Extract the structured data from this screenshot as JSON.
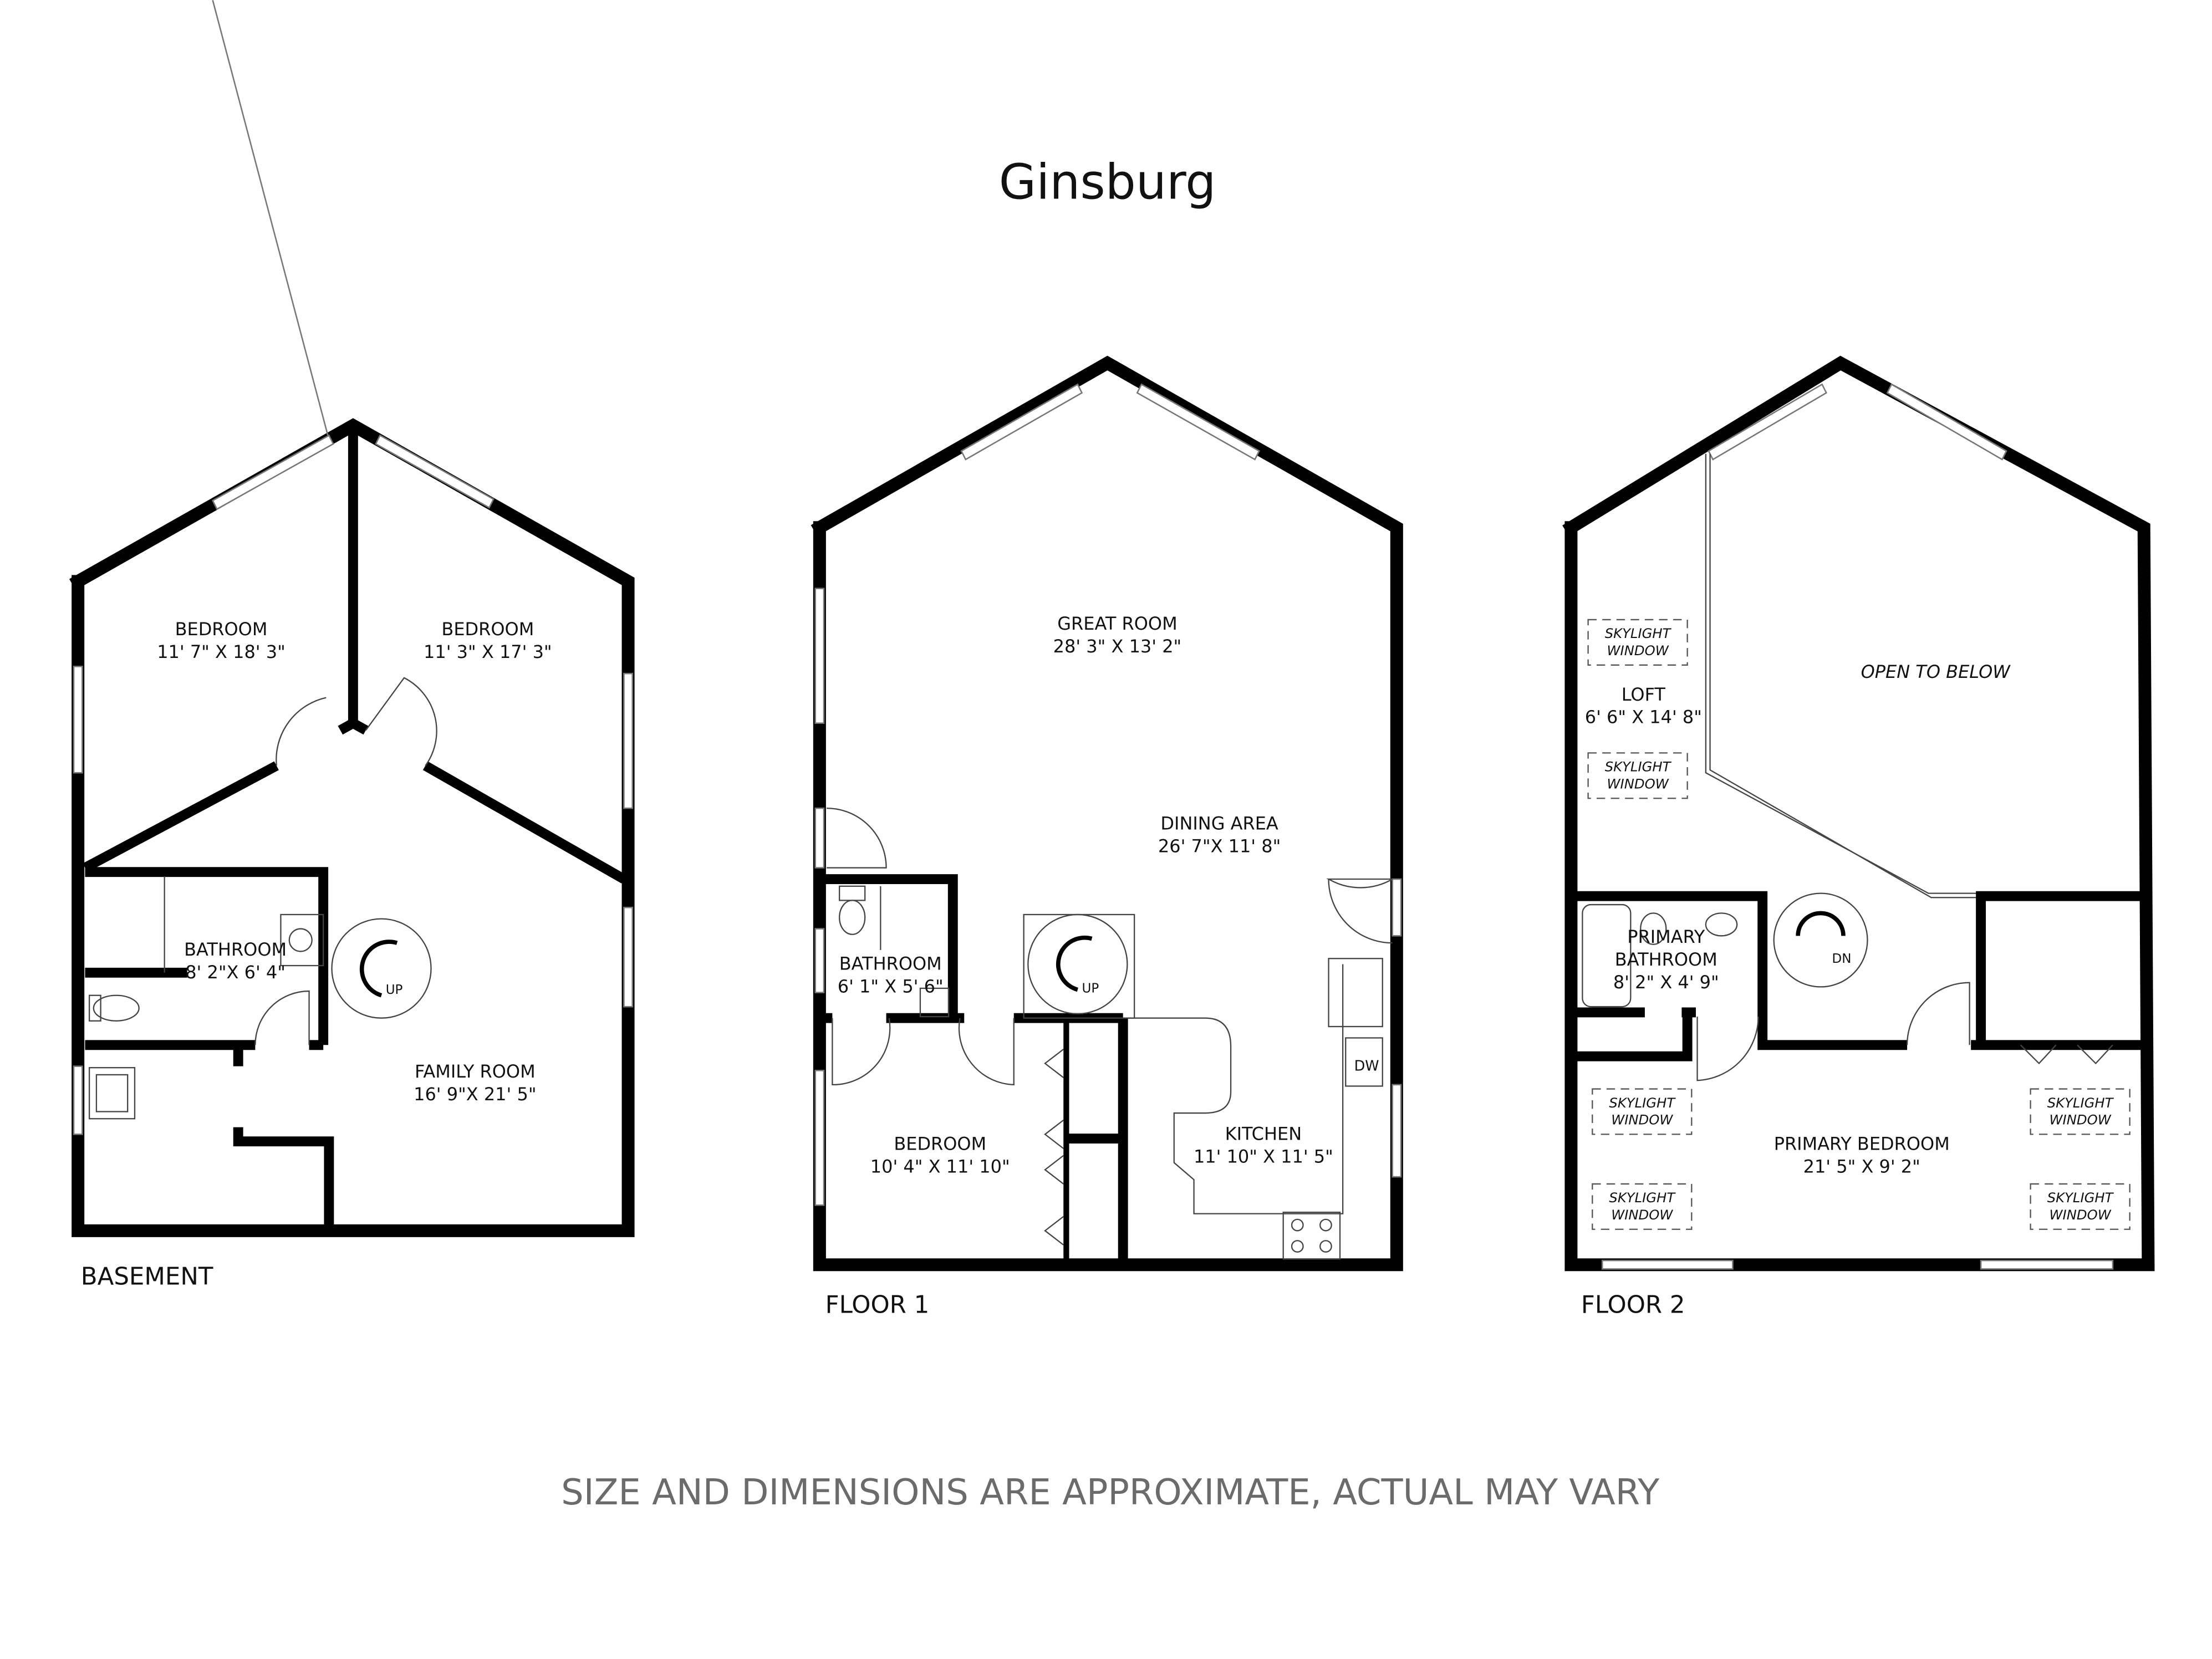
{
  "title": "Ginsburg",
  "footer": "SIZE AND DIMENSIONS ARE APPROXIMATE, ACTUAL MAY VARY",
  "floors": [
    {
      "label": "BASEMENT",
      "rooms": [
        {
          "name": "BEDROOM",
          "dims": "11' 7\" X 18' 3\""
        },
        {
          "name": "BEDROOM",
          "dims": "11' 3\" X 17' 3\""
        },
        {
          "name": "BATHROOM",
          "dims": "8' 2\"X 6' 4\""
        },
        {
          "name": "FAMILY ROOM",
          "dims": "16' 9\"X  21' 5\""
        }
      ],
      "stairs": "UP"
    },
    {
      "label": "FLOOR 1",
      "rooms": [
        {
          "name": "GREAT ROOM",
          "dims": "28' 3\" X 13' 2\""
        },
        {
          "name": "DINING AREA",
          "dims": "26' 7\"X  11' 8\""
        },
        {
          "name": "BATHROOM",
          "dims": "6' 1\" X 5' 6\""
        },
        {
          "name": "BEDROOM",
          "dims": "10' 4\" X 11' 10\""
        },
        {
          "name": "KITCHEN",
          "dims": "11' 10\" X 11' 5\""
        }
      ],
      "stairs": "UP",
      "dishwasher": "DW"
    },
    {
      "label": "FLOOR 2",
      "rooms": [
        {
          "name": "LOFT",
          "dims": "6' 6\" X 14' 8\""
        },
        {
          "name": "PRIMARY",
          "name2": "BATHROOM",
          "dims": "8' 2\" X 4' 9\""
        },
        {
          "name": "PRIMARY BEDROOM",
          "dims": "21' 5\" X 9' 2\""
        }
      ],
      "stairs": "DN",
      "open_to_below": "OPEN TO BELOW",
      "skylight_line1": "SKYLIGHT",
      "skylight_line2": "WINDOW"
    }
  ]
}
